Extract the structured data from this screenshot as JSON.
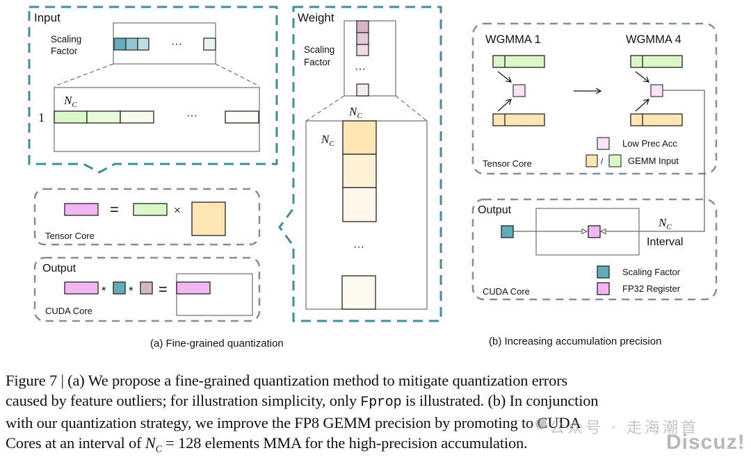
{
  "colors": {
    "teal_dashed": "#3b8e9c",
    "gray_dashed": "#7f8f99",
    "pink": "#f2b6f5",
    "pink_light": "#f9e3f7",
    "green": "#d9f7c7",
    "peach": "#fde6b4",
    "teal": "#62aeb8",
    "mauve": "#d6b6c6",
    "box_border": "#7a7a7a"
  },
  "panel_a": {
    "input_label": "Input",
    "input_scaling_label_1": "Scaling",
    "input_scaling_label_2": "Factor",
    "input_ellipsis": "···",
    "input_row_label": "1",
    "input_nc_label": "N",
    "input_nc_sub": "C",
    "weight_label": "Weight",
    "weight_scaling_label_1": "Scaling",
    "weight_scaling_label_2": "Factor",
    "weight_ellipsis": "···",
    "weight_nc_top": "N",
    "weight_nc_top_sub": "C",
    "weight_nc_side": "N",
    "weight_nc_side_sub": "C",
    "tensor_core_label": "Tensor Core",
    "equals": "=",
    "times": "×",
    "output_label": "Output",
    "star": "*",
    "cuda_core_label": "CUDA Core",
    "caption": "(a) Fine-grained quantization"
  },
  "panel_b": {
    "wgmma1_label": "WGMMA 1",
    "wgmma4_label": "WGMMA 4",
    "tensor_core_label": "Tensor Core",
    "legend_low_prec": "Low Prec Acc",
    "legend_slash": "/",
    "legend_gemm_input": "GEMM Input",
    "output_label": "Output",
    "nc_label": "N",
    "nc_sub": "C",
    "interval_label": "Interval",
    "legend_scaling_factor": "Scaling Factor",
    "legend_fp32": "FP32 Register",
    "cuda_core_label": "CUDA Core",
    "caption": "(b) Increasing accumulation precision"
  },
  "figure_caption": {
    "line1": "Figure 7 | (a) We propose a fine-grained quantization method to mitigate quantization errors",
    "line2_a": "caused by feature outliers; for illustration simplicity, only ",
    "line2_code": "Fprop",
    "line2_b": " is illustrated. (b) In conjunction",
    "line3": "with our quantization strategy, we improve the FP8 GEMM precision by promoting to CUDA",
    "line4_a": "Cores at an interval of ",
    "line4_nc": "N",
    "line4_nc_sub": "C",
    "line4_b": " = 128 elements MMA for the high-precision accumulation."
  },
  "watermark": {
    "chinese": "公众号 · 走海潮首",
    "brand": "Discuz!"
  }
}
